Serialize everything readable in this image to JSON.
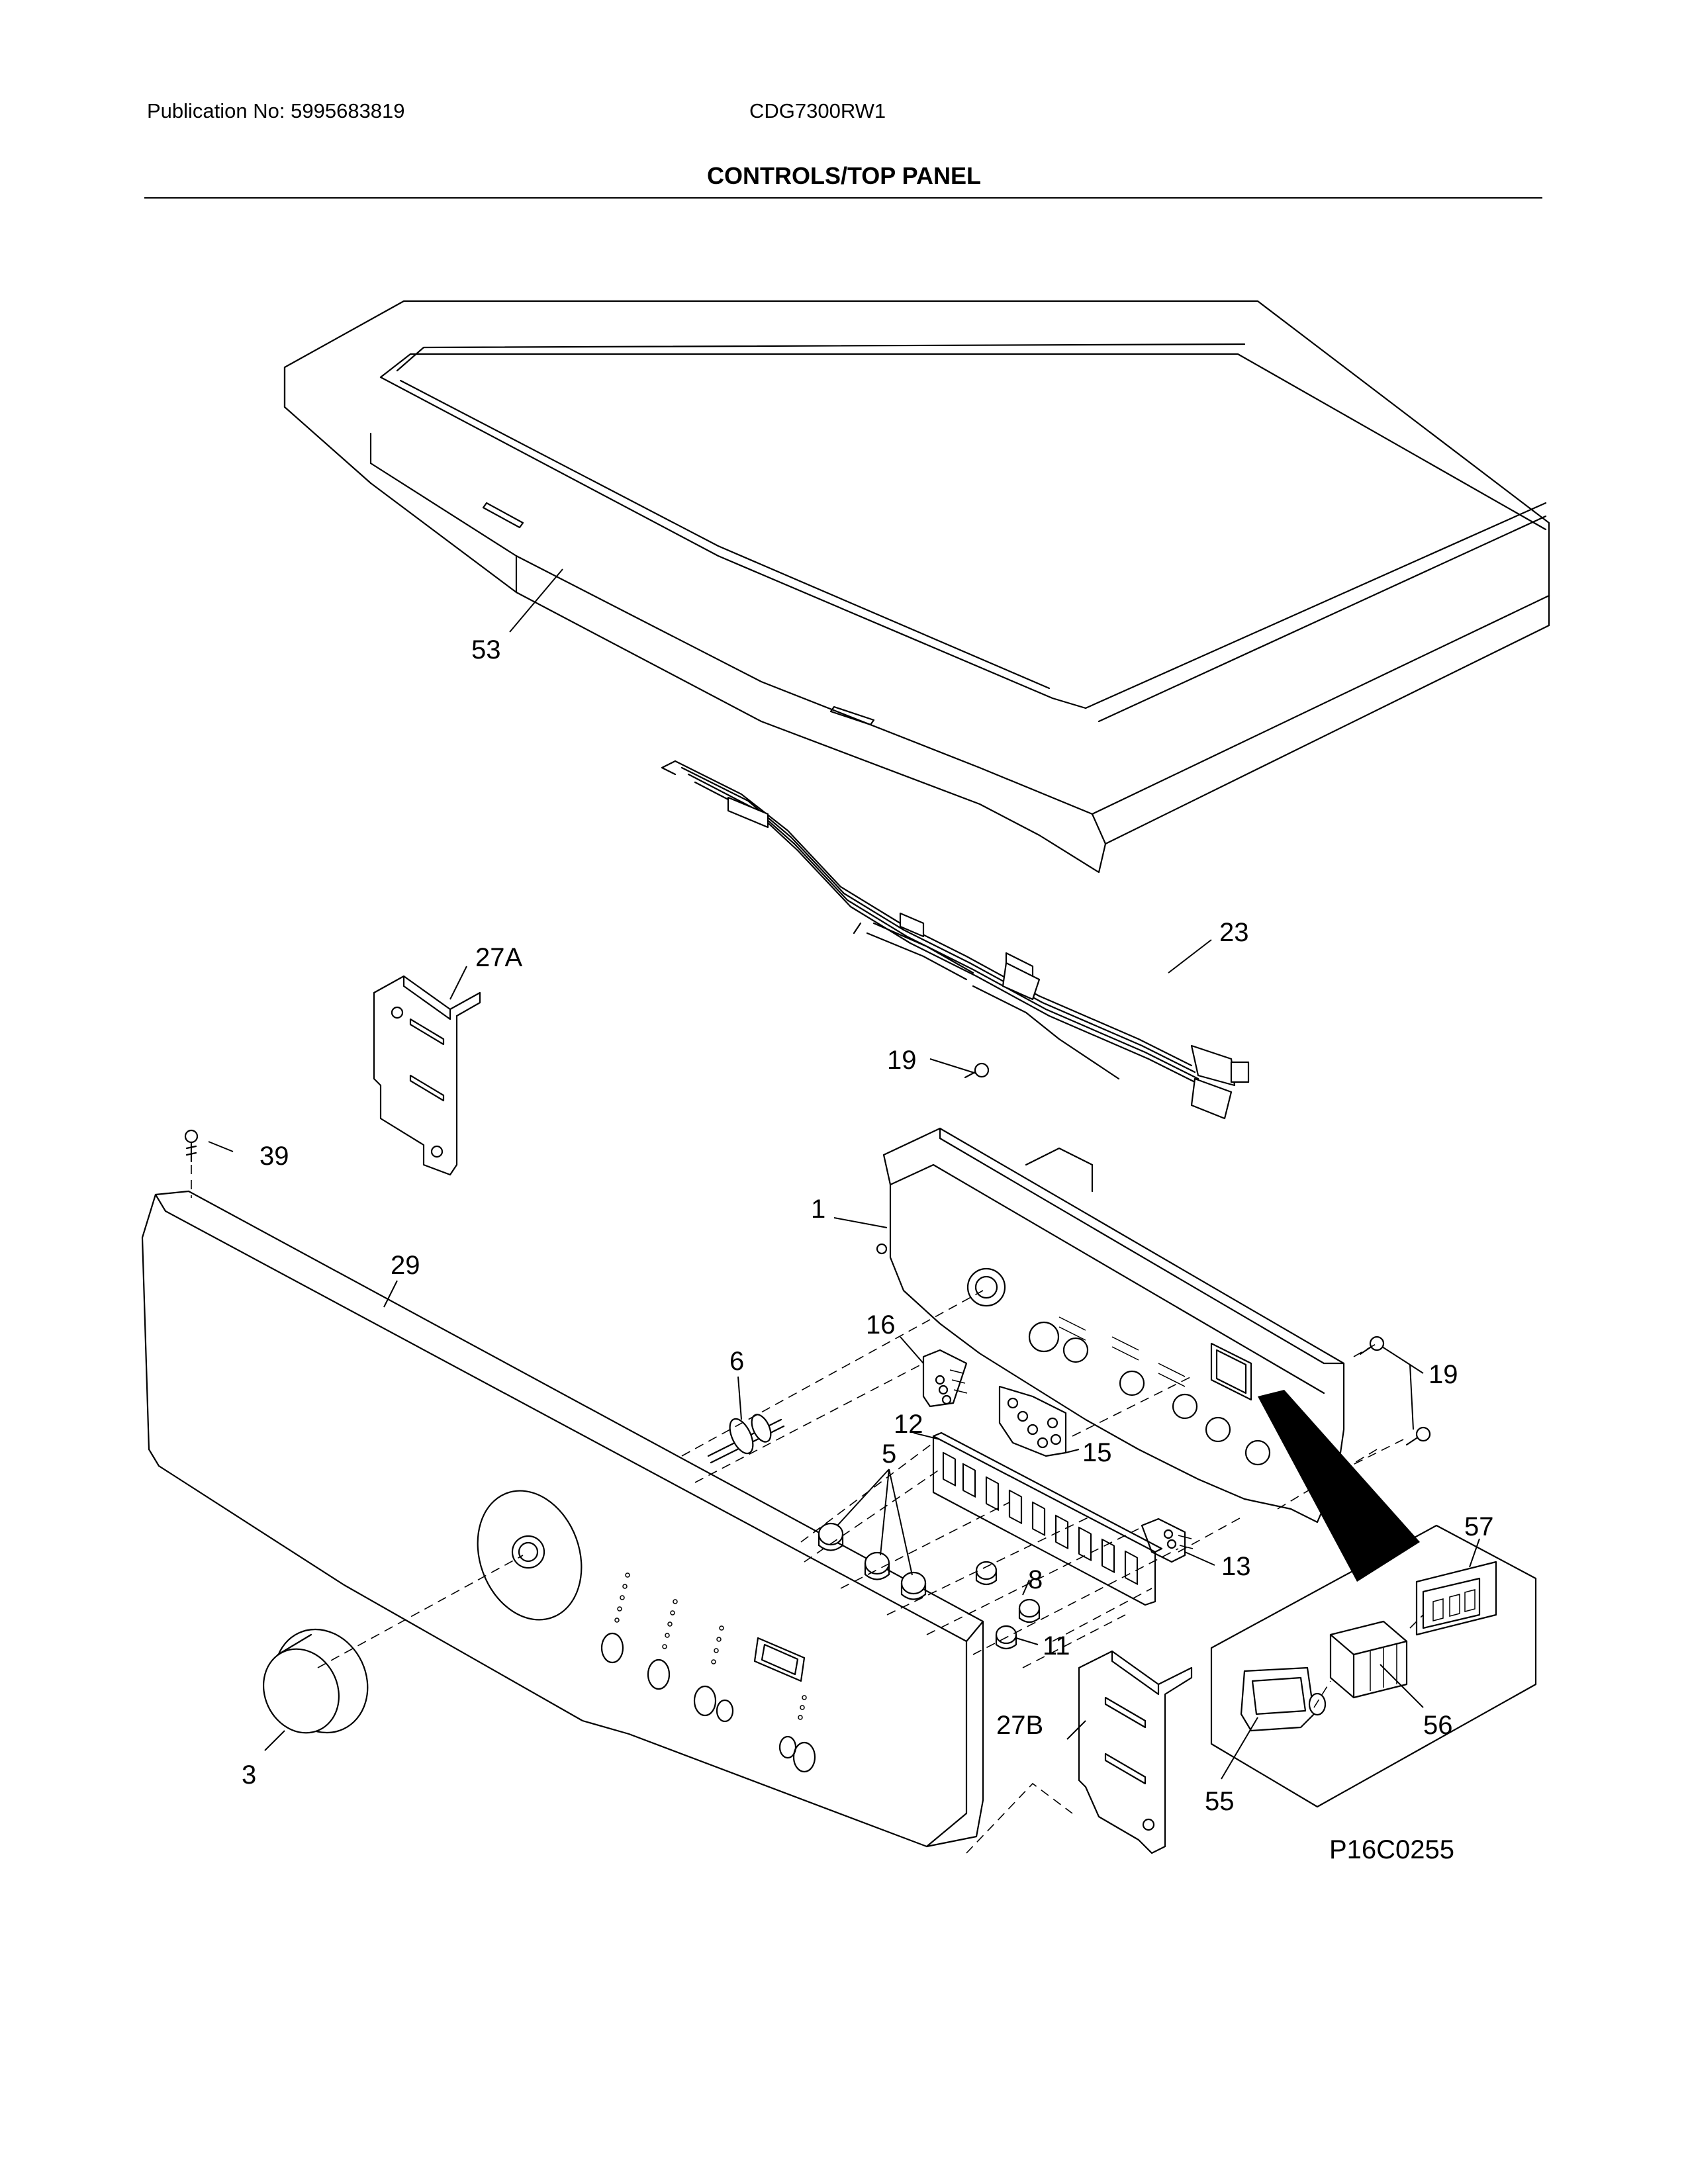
{
  "header": {
    "publication": "Publication No: 5995683819",
    "model": "CDG7300RW1",
    "section_title": "CONTROLS/TOP PANEL"
  },
  "diagram": {
    "code": "P16C0255",
    "callouts": {
      "c53": "53",
      "c23": "23",
      "c27A": "27A",
      "c19a": "19",
      "c39": "39",
      "c1": "1",
      "c29": "29",
      "c16": "16",
      "c6": "6",
      "c19b": "19",
      "c12": "12",
      "c15": "15",
      "c5": "5",
      "c57": "57",
      "c13": "13",
      "c8": "8",
      "c11": "11",
      "c27B": "27B",
      "c56": "56",
      "c3": "3",
      "c55": "55"
    }
  }
}
